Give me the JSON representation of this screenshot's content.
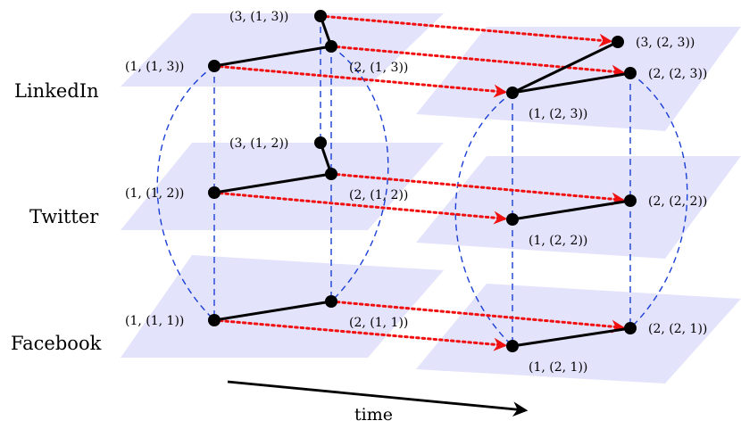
{
  "colors": {
    "plane_fill": "#e3e3fb",
    "intra_edge": "#000000",
    "inter_layer_edge": "#1a3fd6",
    "temporal_edge": "#f01010",
    "node": "#000000"
  },
  "layers": [
    {
      "id": "linkedin",
      "name": "LinkedIn"
    },
    {
      "id": "twitter",
      "name": "Twitter"
    },
    {
      "id": "facebook",
      "name": "Facebook"
    }
  ],
  "nodes": [
    {
      "id": "n_3_1_3",
      "label": "(3, (1, 3))",
      "layer": "linkedin",
      "time": 1
    },
    {
      "id": "n_2_1_3",
      "label": "(2, (1, 3))",
      "layer": "linkedin",
      "time": 1
    },
    {
      "id": "n_1_1_3",
      "label": "(1, (1, 3))",
      "layer": "linkedin",
      "time": 1
    },
    {
      "id": "n_3_1_2",
      "label": "(3, (1, 2))",
      "layer": "twitter",
      "time": 1
    },
    {
      "id": "n_2_1_2",
      "label": "(2, (1, 2))",
      "layer": "twitter",
      "time": 1
    },
    {
      "id": "n_1_1_2",
      "label": "(1, (1, 2))",
      "layer": "twitter",
      "time": 1
    },
    {
      "id": "n_2_1_1",
      "label": "(2, (1, 1))",
      "layer": "facebook",
      "time": 1
    },
    {
      "id": "n_1_1_1",
      "label": "(1, (1, 1))",
      "layer": "facebook",
      "time": 1
    },
    {
      "id": "n_3_2_3",
      "label": "(3, (2, 3))",
      "layer": "linkedin",
      "time": 2
    },
    {
      "id": "n_2_2_3",
      "label": "(2, (2, 3))",
      "layer": "linkedin",
      "time": 2
    },
    {
      "id": "n_1_2_3",
      "label": "(1, (2, 3))",
      "layer": "linkedin",
      "time": 2
    },
    {
      "id": "n_2_2_2",
      "label": "(2, (2, 2))",
      "layer": "twitter",
      "time": 2
    },
    {
      "id": "n_1_2_2",
      "label": "(1, (2, 2))",
      "layer": "twitter",
      "time": 2
    },
    {
      "id": "n_2_2_1",
      "label": "(2, (2, 1))",
      "layer": "facebook",
      "time": 2
    },
    {
      "id": "n_1_2_1",
      "label": "(1, (2, 1))",
      "layer": "facebook",
      "time": 2
    }
  ],
  "intra_layer_edges": [
    [
      "n_3_1_3",
      "n_2_1_3"
    ],
    [
      "n_2_1_3",
      "n_1_1_3"
    ],
    [
      "n_3_1_2",
      "n_2_1_2"
    ],
    [
      "n_2_1_2",
      "n_1_1_2"
    ],
    [
      "n_2_1_1",
      "n_1_1_1"
    ],
    [
      "n_1_2_3",
      "n_3_2_3"
    ],
    [
      "n_1_2_3",
      "n_2_2_3"
    ],
    [
      "n_1_2_2",
      "n_2_2_2"
    ],
    [
      "n_1_2_1",
      "n_2_2_1"
    ]
  ],
  "temporal_edges": [
    [
      "n_3_1_3",
      "n_3_2_3"
    ],
    [
      "n_2_1_3",
      "n_2_2_3"
    ],
    [
      "n_1_1_3",
      "n_1_2_3"
    ],
    [
      "n_2_1_2",
      "n_2_2_2"
    ],
    [
      "n_1_1_2",
      "n_1_2_2"
    ],
    [
      "n_2_1_1",
      "n_2_2_1"
    ],
    [
      "n_1_1_1",
      "n_1_2_1"
    ]
  ],
  "inter_layer_edges": [
    [
      "n_1_1_3",
      "n_1_1_2"
    ],
    [
      "n_1_1_2",
      "n_1_1_1"
    ],
    [
      "n_3_1_3",
      "n_3_1_2"
    ],
    [
      "n_2_1_3",
      "n_2_1_2"
    ],
    [
      "n_2_1_2",
      "n_2_1_1"
    ],
    [
      "n_1_2_3",
      "n_1_2_2"
    ],
    [
      "n_1_2_2",
      "n_1_2_1"
    ],
    [
      "n_2_2_3",
      "n_2_2_2"
    ],
    [
      "n_2_2_2",
      "n_2_2_1"
    ],
    [
      "n_1_1_3",
      "n_1_1_1"
    ],
    [
      "n_2_1_3",
      "n_2_1_1"
    ],
    [
      "n_1_2_3",
      "n_1_2_1"
    ],
    [
      "n_2_2_3",
      "n_2_2_1"
    ]
  ],
  "time_axis": {
    "label": "time"
  }
}
